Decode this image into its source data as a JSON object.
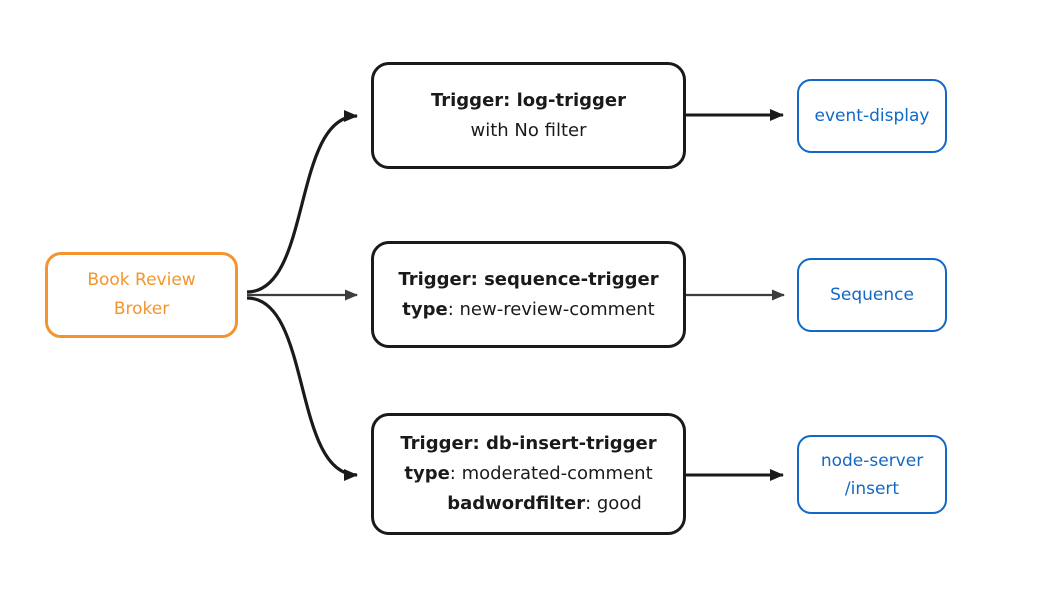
{
  "colors": {
    "bg": "#ffffff",
    "orange": "#F2952E",
    "blue": "#1168C6",
    "ink": "#1a1a1a",
    "gray-line": "#3d3d3d"
  },
  "broker": {
    "line1": "Book Review",
    "line2": "Broker"
  },
  "rows": [
    {
      "trigger": {
        "line1": "Trigger: log-trigger",
        "line2": "with No filter"
      },
      "sink": {
        "line1": "event-display"
      }
    },
    {
      "trigger": {
        "line1": "Trigger: sequence-trigger",
        "line2_key": "type",
        "line2_val": ": new-review-comment"
      },
      "sink": {
        "line1": "Sequence"
      }
    },
    {
      "trigger": {
        "line1": "Trigger: db-insert-trigger",
        "line2_key": "type",
        "line2_val": ": moderated-comment",
        "line3_key": "badwordfilter",
        "line3_val": ": good"
      },
      "sink": {
        "line1": "node-server",
        "line2": "/insert"
      }
    }
  ]
}
